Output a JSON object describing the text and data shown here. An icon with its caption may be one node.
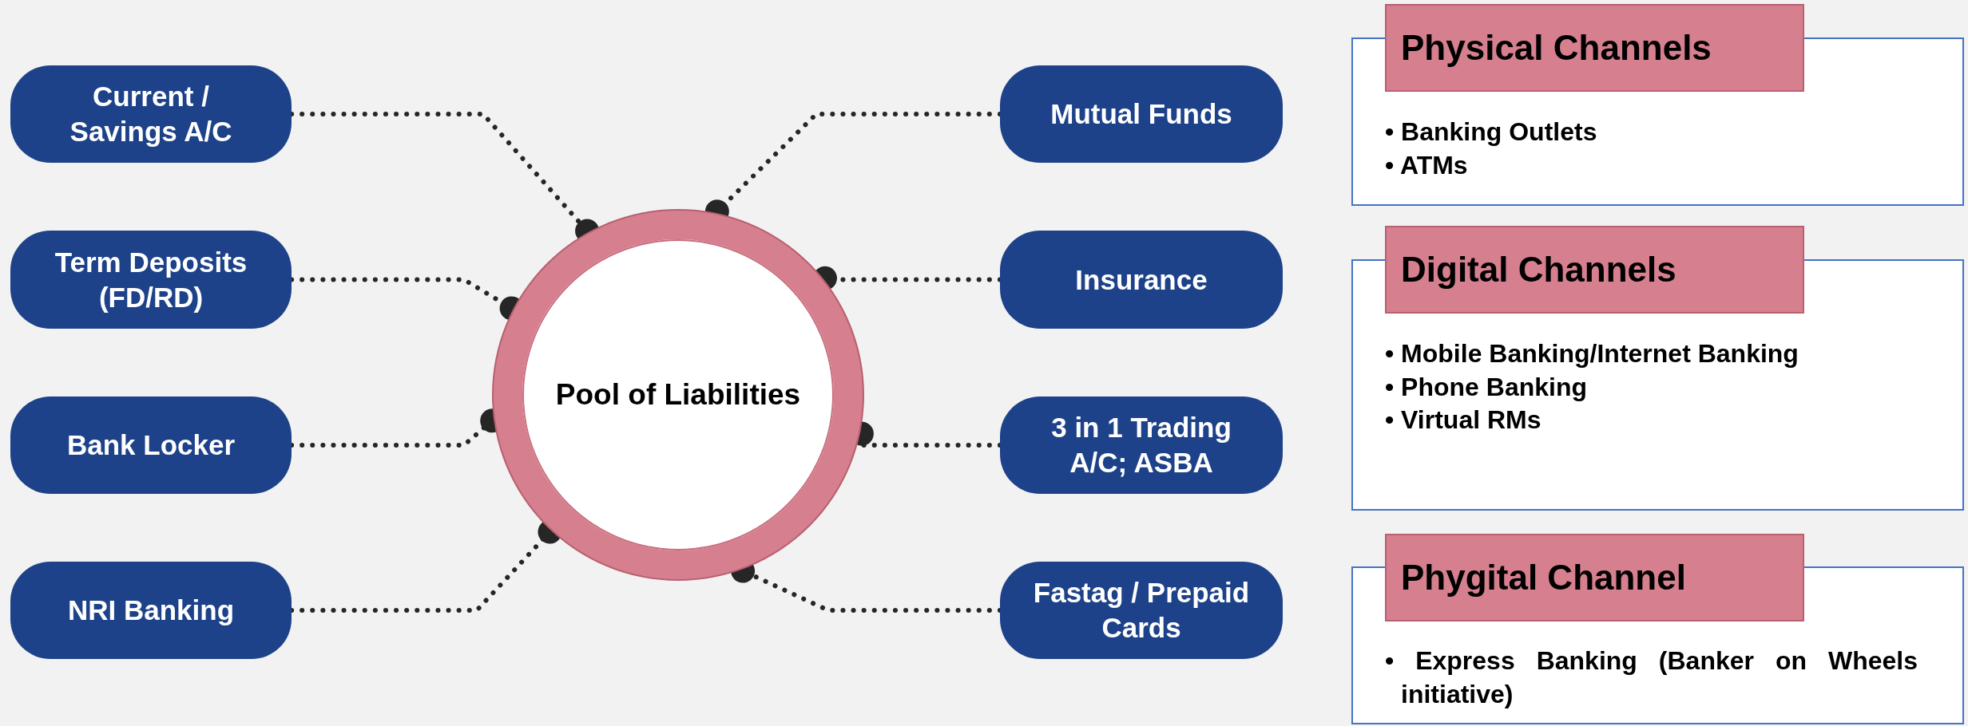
{
  "diagram": {
    "nodes": [
      {
        "text": [
          "Pool of Liabilities"
        ]
      },
      {
        "text": [
          "Current / Savings A/C"
        ]
      },
      {
        "text": [
          "Term Deposits (FD/RD)"
        ]
      },
      {
        "text": [
          "Bank Locker"
        ]
      },
      {
        "text": [
          "NRI Banking"
        ]
      },
      {
        "text": [
          "Mutual Funds"
        ]
      },
      {
        "text": [
          "Insurance"
        ]
      },
      {
        "text": [
          "3 in 1 Trading A/C; ASBA"
        ]
      },
      {
        "text": [
          "Fastag / Prepaid Cards"
        ]
      },
      {
        "text": [
          "Physical Channels",
          "• Banking Outlets",
          "• ATMs"
        ]
      },
      {
        "text": [
          "Digital Channels",
          "• Mobile Banking/Internet Banking",
          "• Phone Banking",
          "• Virtual RMs"
        ]
      },
      {
        "text": [
          "Phygital Channel",
          "• Express Banking (Banker on Wheels initiative)"
        ]
      }
    ],
    "edges": [
      {
        "from": 1,
        "to": 0,
        "arrow": "other",
        "style": "dashed"
      },
      {
        "from": 2,
        "to": 0,
        "arrow": "other",
        "style": "dashed"
      },
      {
        "from": 3,
        "to": 0,
        "arrow": "other",
        "style": "dashed"
      },
      {
        "from": 4,
        "to": 0,
        "arrow": "other",
        "style": "dashed"
      },
      {
        "from": 5,
        "to": 0,
        "arrow": "other",
        "style": "dashed"
      },
      {
        "from": 6,
        "to": 0,
        "arrow": "other",
        "style": "dashed"
      },
      {
        "from": 7,
        "to": 0,
        "arrow": "other",
        "style": "dashed"
      },
      {
        "from": 8,
        "to": 0,
        "arrow": "other",
        "style": "dashed"
      }
    ]
  }
}
